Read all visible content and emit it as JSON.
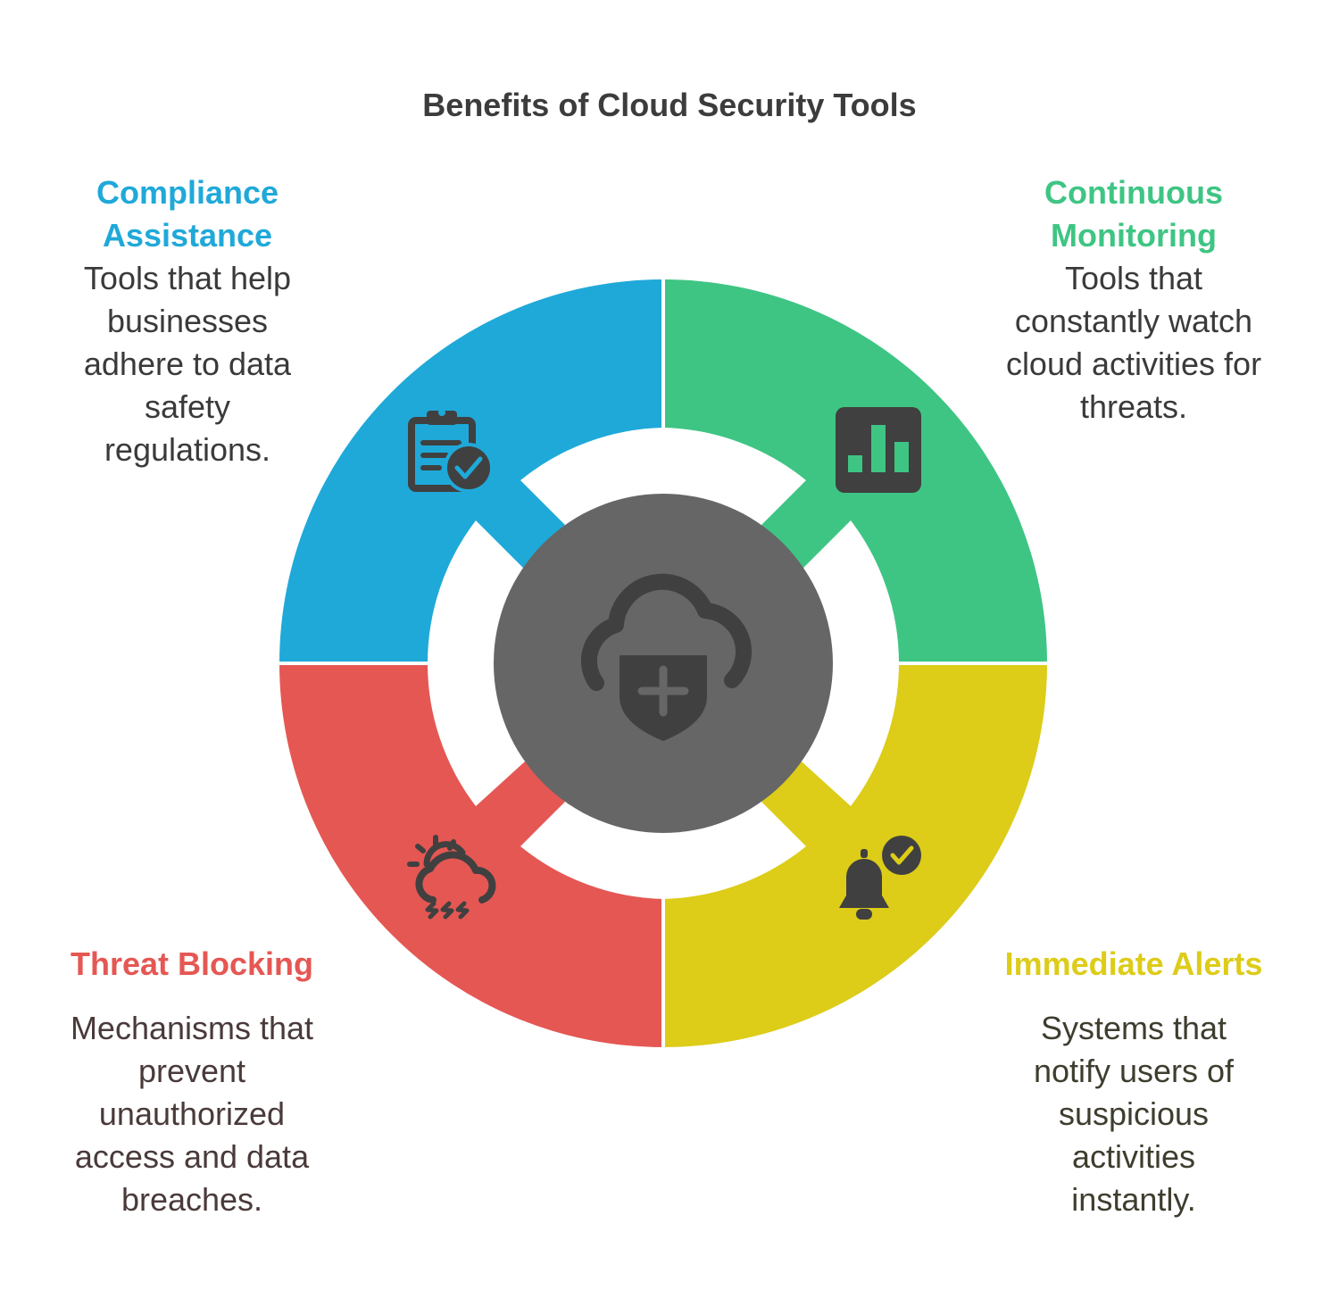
{
  "title": "Benefits of Cloud Security Tools",
  "colors": {
    "compliance": "#1FA9D9",
    "monitoring": "#3EC583",
    "alerts": "#DDCC18",
    "blocking": "#E55753",
    "center": "#666666",
    "icon": "#404040"
  },
  "center": {
    "icon": "cloud-shield-icon"
  },
  "segments": [
    {
      "key": "compliance",
      "heading_lines": [
        "Compliance",
        "Assistance"
      ],
      "description_lines": [
        "Tools that help",
        "businesses",
        "adhere to data",
        "safety",
        "regulations."
      ],
      "icon": "clipboard-check-icon"
    },
    {
      "key": "monitoring",
      "heading_lines": [
        "Continuous",
        "Monitoring"
      ],
      "description_lines": [
        "Tools that",
        "constantly watch",
        "cloud activities for",
        "threats."
      ],
      "icon": "bar-chart-icon"
    },
    {
      "key": "blocking",
      "heading_lines": [
        "Threat Blocking"
      ],
      "description_lines": [
        "Mechanisms that",
        "prevent",
        "unauthorized",
        "access and data",
        "breaches."
      ],
      "icon": "storm-cloud-icon"
    },
    {
      "key": "alerts",
      "heading_lines": [
        "Immediate Alerts"
      ],
      "description_lines": [
        "Systems that",
        "notify users of",
        "suspicious",
        "activities",
        "instantly."
      ],
      "icon": "bell-check-icon"
    }
  ]
}
